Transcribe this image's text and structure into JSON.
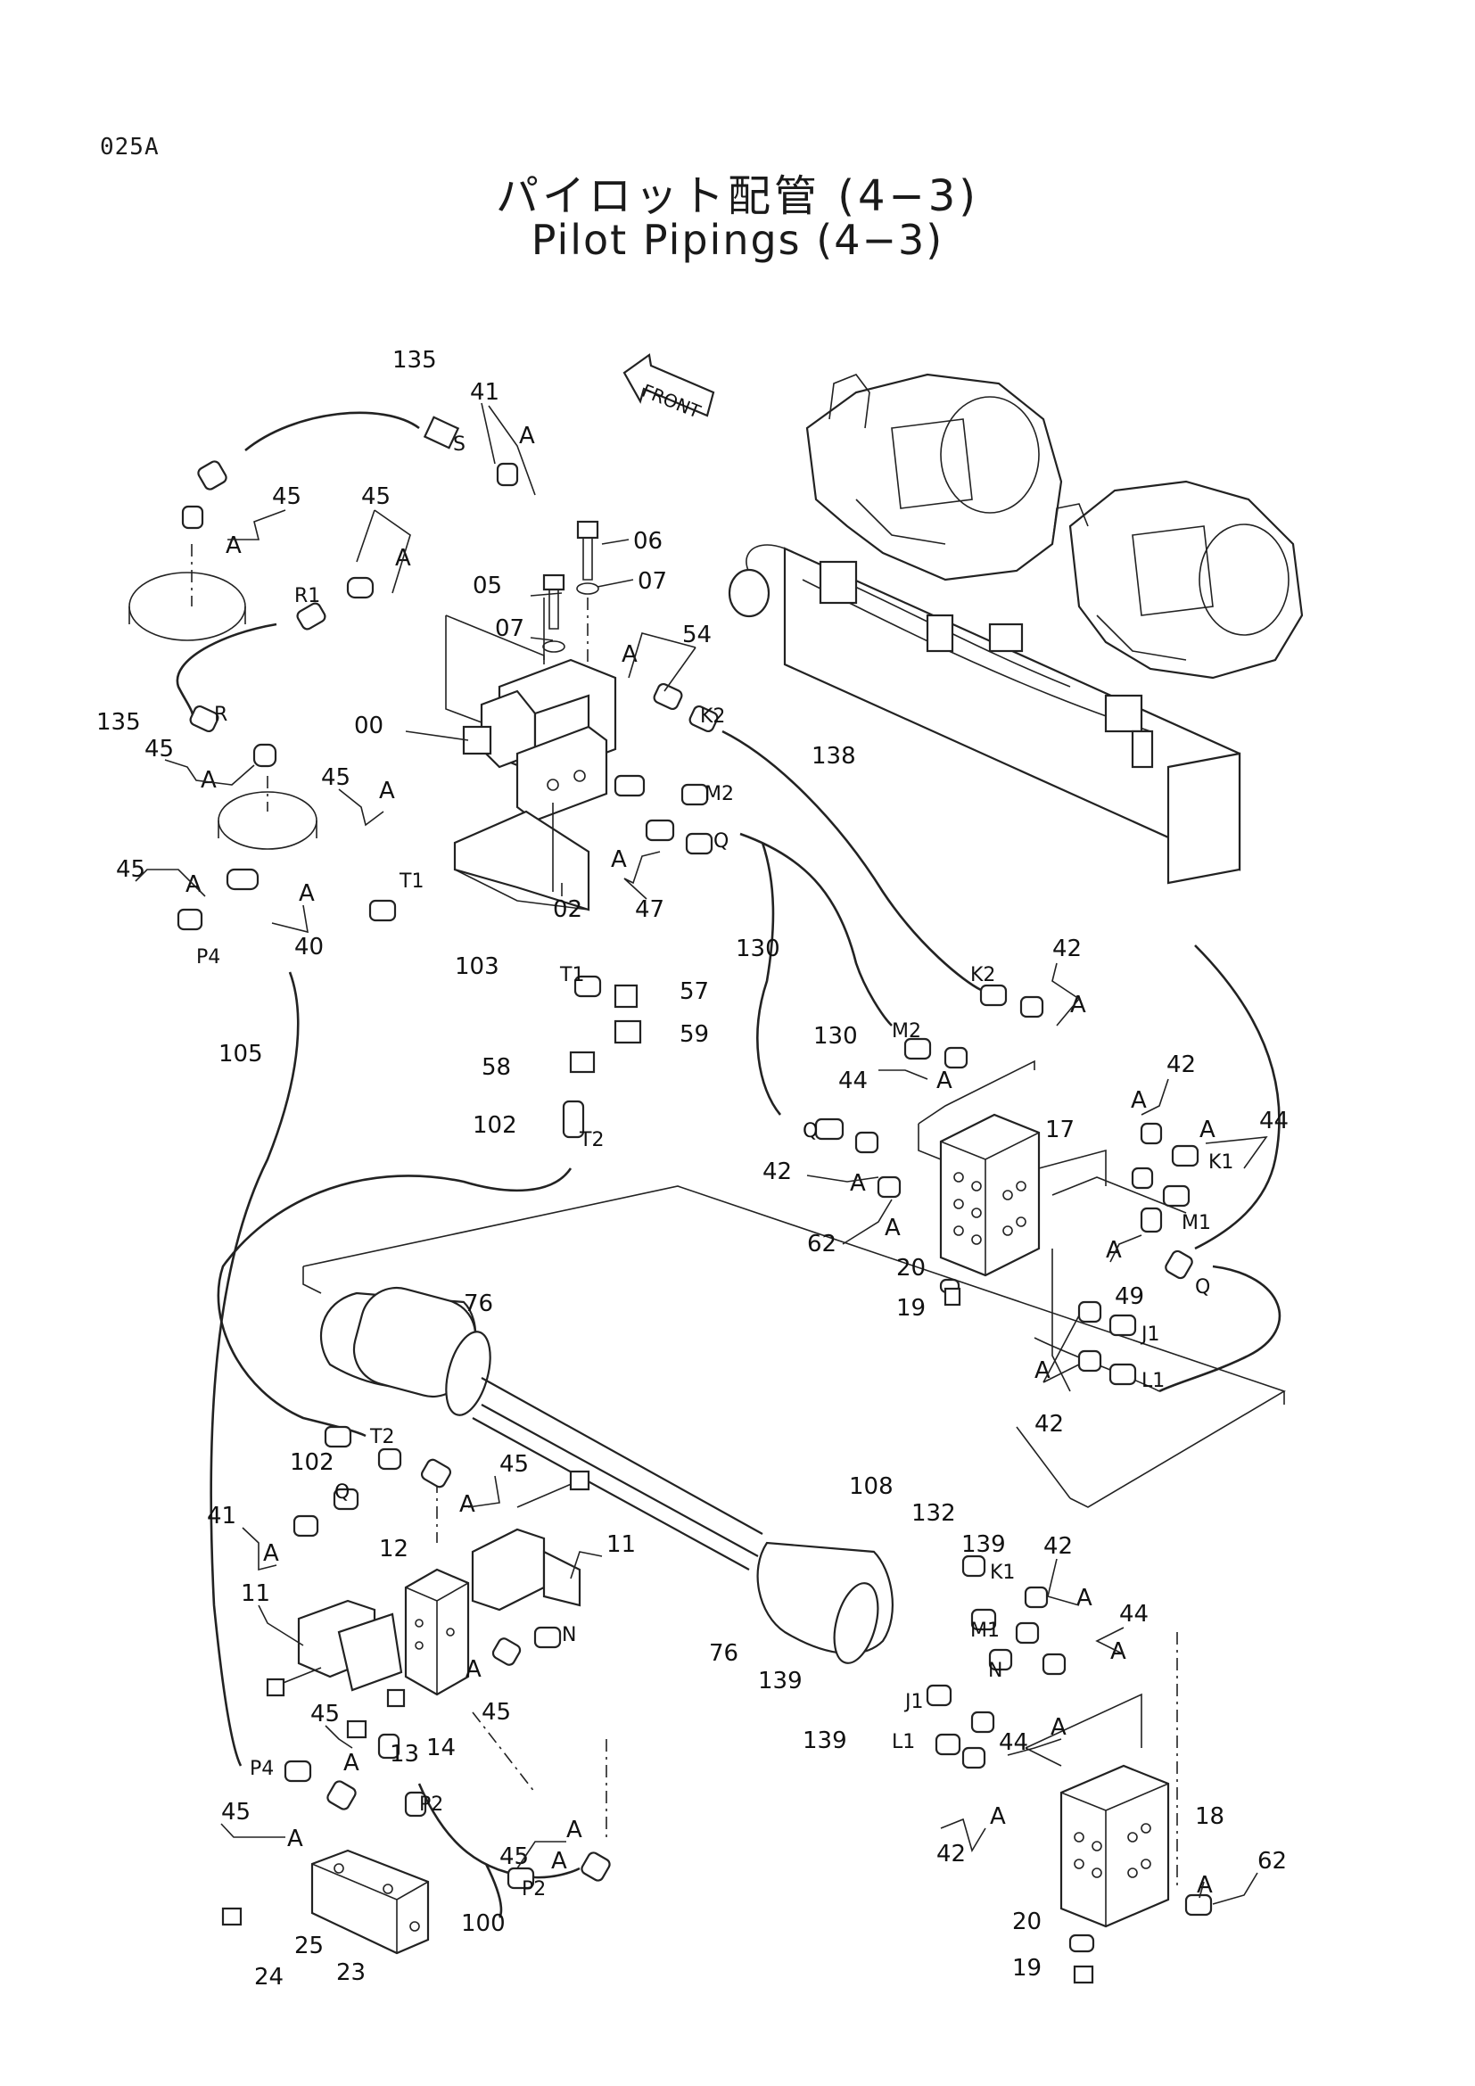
{
  "header": {
    "page_code": "025A",
    "title_jp": "パイロット配管 (4−3)",
    "title_en": "Pilot Pipings (4−3)"
  },
  "front_arrow": {
    "label": "FRONT"
  },
  "callouts": [
    {
      "id": "c135a",
      "text": "135"
    },
    {
      "id": "c41a",
      "text": "41"
    },
    {
      "id": "cAa",
      "text": "A"
    },
    {
      "id": "c45a",
      "text": "45"
    },
    {
      "id": "cAb",
      "text": "A"
    },
    {
      "id": "c45b",
      "text": "45"
    },
    {
      "id": "cAc",
      "text": "A"
    },
    {
      "id": "c06",
      "text": "06"
    },
    {
      "id": "c05",
      "text": "05"
    },
    {
      "id": "c07a",
      "text": "07"
    },
    {
      "id": "c07b",
      "text": "07"
    },
    {
      "id": "c54",
      "text": "54"
    },
    {
      "id": "cAd",
      "text": "A"
    },
    {
      "id": "c135b",
      "text": "135"
    },
    {
      "id": "c00",
      "text": "00"
    },
    {
      "id": "c45c",
      "text": "45"
    },
    {
      "id": "cAe",
      "text": "A"
    },
    {
      "id": "c138",
      "text": "138"
    },
    {
      "id": "c45d",
      "text": "45"
    },
    {
      "id": "cAf",
      "text": "A"
    },
    {
      "id": "c45e",
      "text": "45"
    },
    {
      "id": "cAg",
      "text": "A"
    },
    {
      "id": "cAh",
      "text": "A"
    },
    {
      "id": "c40",
      "text": "40"
    },
    {
      "id": "c02",
      "text": "02"
    },
    {
      "id": "cAi",
      "text": "A"
    },
    {
      "id": "c47",
      "text": "47"
    },
    {
      "id": "c103",
      "text": "103"
    },
    {
      "id": "c130a",
      "text": "130"
    },
    {
      "id": "c42a",
      "text": "42"
    },
    {
      "id": "cAj",
      "text": "A"
    },
    {
      "id": "c57",
      "text": "57"
    },
    {
      "id": "c59",
      "text": "59"
    },
    {
      "id": "c130b",
      "text": "130"
    },
    {
      "id": "c105",
      "text": "105"
    },
    {
      "id": "c58",
      "text": "58"
    },
    {
      "id": "c44a",
      "text": "44"
    },
    {
      "id": "cAk",
      "text": "A"
    },
    {
      "id": "c42b",
      "text": "42"
    },
    {
      "id": "cAl",
      "text": "A"
    },
    {
      "id": "cAm",
      "text": "A"
    },
    {
      "id": "c44b",
      "text": "44"
    },
    {
      "id": "c102a",
      "text": "102"
    },
    {
      "id": "c17",
      "text": "17"
    },
    {
      "id": "c42c",
      "text": "42"
    },
    {
      "id": "cAn",
      "text": "A"
    },
    {
      "id": "c62a",
      "text": "62"
    },
    {
      "id": "cAo",
      "text": "A"
    },
    {
      "id": "cAp",
      "text": "A"
    },
    {
      "id": "c49",
      "text": "49"
    },
    {
      "id": "c20a",
      "text": "20"
    },
    {
      "id": "c19a",
      "text": "19"
    },
    {
      "id": "c76a",
      "text": "76"
    },
    {
      "id": "cAq",
      "text": "A"
    },
    {
      "id": "c42d",
      "text": "42"
    },
    {
      "id": "c102b",
      "text": "102"
    },
    {
      "id": "c45f",
      "text": "45"
    },
    {
      "id": "cAr",
      "text": "A"
    },
    {
      "id": "c41b",
      "text": "41"
    },
    {
      "id": "cAs",
      "text": "A"
    },
    {
      "id": "c108",
      "text": "108"
    },
    {
      "id": "c132",
      "text": "132"
    },
    {
      "id": "c139a",
      "text": "139"
    },
    {
      "id": "c42e",
      "text": "42"
    },
    {
      "id": "c12",
      "text": "12"
    },
    {
      "id": "c11a",
      "text": "11"
    },
    {
      "id": "c11b",
      "text": "11"
    },
    {
      "id": "cAt",
      "text": "A"
    },
    {
      "id": "c44c",
      "text": "44"
    },
    {
      "id": "cAu",
      "text": "A"
    },
    {
      "id": "c76b",
      "text": "76"
    },
    {
      "id": "c139b",
      "text": "139"
    },
    {
      "id": "cAv",
      "text": "A"
    },
    {
      "id": "c45g",
      "text": "45"
    },
    {
      "id": "cAw",
      "text": "A"
    },
    {
      "id": "c139c",
      "text": "139"
    },
    {
      "id": "c44d",
      "text": "44"
    },
    {
      "id": "c45h",
      "text": "45"
    },
    {
      "id": "c13",
      "text": "13"
    },
    {
      "id": "c14",
      "text": "14"
    },
    {
      "id": "cAx",
      "text": "A"
    },
    {
      "id": "cAy",
      "text": "A"
    },
    {
      "id": "c45i",
      "text": "45"
    },
    {
      "id": "cAz",
      "text": "A"
    },
    {
      "id": "c42f",
      "text": "42"
    },
    {
      "id": "c18",
      "text": "18"
    },
    {
      "id": "cAaa",
      "text": "A"
    },
    {
      "id": "c45j",
      "text": "45"
    },
    {
      "id": "cAab",
      "text": "A"
    },
    {
      "id": "c62b",
      "text": "62"
    },
    {
      "id": "c100",
      "text": "100"
    },
    {
      "id": "cAac",
      "text": "A"
    },
    {
      "id": "c25",
      "text": "25"
    },
    {
      "id": "c24",
      "text": "24"
    },
    {
      "id": "c23",
      "text": "23"
    },
    {
      "id": "c20b",
      "text": "20"
    },
    {
      "id": "c19b",
      "text": "19"
    }
  ],
  "port_labels": [
    {
      "id": "pS",
      "text": "S"
    },
    {
      "id": "pR1",
      "text": "R1"
    },
    {
      "id": "pR",
      "text": "R"
    },
    {
      "id": "pK2a",
      "text": "K2"
    },
    {
      "id": "pM2a",
      "text": "M2"
    },
    {
      "id": "pQa",
      "text": "Q"
    },
    {
      "id": "pT1a",
      "text": "T1"
    },
    {
      "id": "pP4a",
      "text": "P4"
    },
    {
      "id": "pT1b",
      "text": "T1"
    },
    {
      "id": "pK2b",
      "text": "K2"
    },
    {
      "id": "pM2b",
      "text": "M2"
    },
    {
      "id": "pT2a",
      "text": "T2"
    },
    {
      "id": "pQb",
      "text": "Q"
    },
    {
      "id": "pK1a",
      "text": "K1"
    },
    {
      "id": "pM1a",
      "text": "M1"
    },
    {
      "id": "pQc",
      "text": "Q"
    },
    {
      "id": "pJ1a",
      "text": "J1"
    },
    {
      "id": "pL1a",
      "text": "L1"
    },
    {
      "id": "pT2b",
      "text": "T2"
    },
    {
      "id": "pQd",
      "text": "Q"
    },
    {
      "id": "pK1b",
      "text": "K1"
    },
    {
      "id": "pM1b",
      "text": "M1"
    },
    {
      "id": "pN1",
      "text": "N"
    },
    {
      "id": "pN2",
      "text": "N"
    },
    {
      "id": "pJ1b",
      "text": "J1"
    },
    {
      "id": "pL1b",
      "text": "L1"
    },
    {
      "id": "pP4b",
      "text": "P4"
    },
    {
      "id": "pP2a",
      "text": "P2"
    },
    {
      "id": "pP2b",
      "text": "P2"
    }
  ]
}
